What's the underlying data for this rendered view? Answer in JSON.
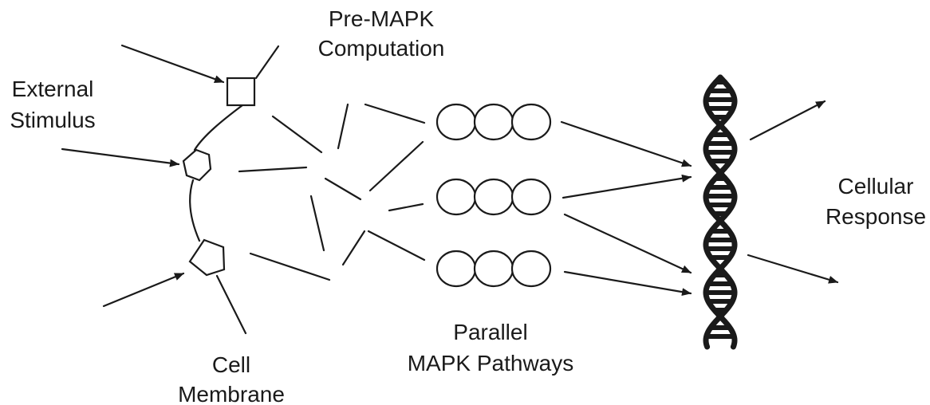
{
  "labels": {
    "pre_mapk_line1": "Pre-MAPK",
    "pre_mapk_line2": "Computation",
    "external_line1": "External",
    "external_line2": "Stimulus",
    "cell_membrane_line1": "Cell",
    "cell_membrane_line2": "Membrane",
    "parallel_line1": "Parallel",
    "parallel_line2": "MAPK Pathways",
    "cellular_line1": "Cellular",
    "cellular_line2": "Response"
  },
  "icons": {
    "receptor_square": "square-icon",
    "receptor_hexagon": "hexagon-icon",
    "receptor_pentagon": "pentagon-icon",
    "mapk_module": "three-circles-icon",
    "dna": "dna-helix-icon"
  },
  "colors": {
    "stroke": "#1a1a1a",
    "background": "#ffffff"
  }
}
